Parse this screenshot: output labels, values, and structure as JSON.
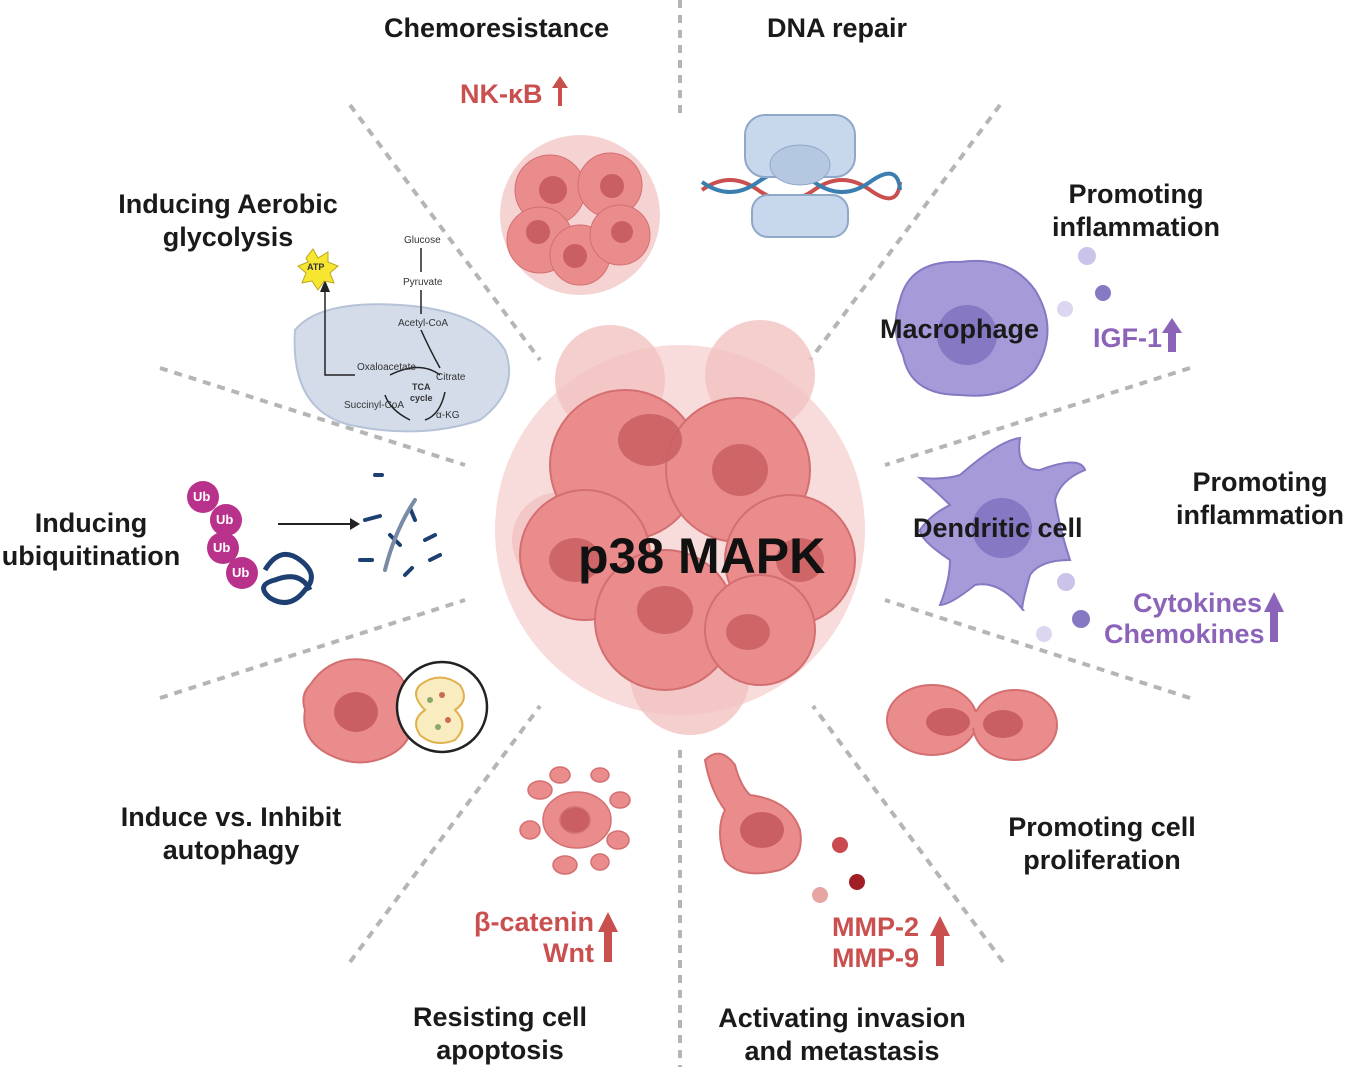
{
  "center": {
    "title": "p38 MAPK"
  },
  "sections": {
    "chemoresistance": {
      "title": "Chemoresistance",
      "marker": "NK-κB"
    },
    "dna_repair": {
      "title": "DNA repair"
    },
    "inflammation_macrophage": {
      "title_line1": "Promoting",
      "title_line2": "inflammation",
      "cell": "Macrophage",
      "marker": "IGF-1"
    },
    "inflammation_dendritic": {
      "title_line1": "Promoting",
      "title_line2": "inflammation",
      "cell": "Dendritic cell",
      "marker_line1": "Cytokines",
      "marker_line2": "Chemokines"
    },
    "proliferation": {
      "title_line1": "Promoting cell",
      "title_line2": "proliferation"
    },
    "invasion": {
      "title_line1": "Activating invasion",
      "title_line2": "and metastasis",
      "marker_line1": "MMP-2",
      "marker_line2": "MMP-9"
    },
    "apoptosis": {
      "title_line1": "Resisting cell",
      "title_line2": "apoptosis",
      "marker_line1": "β-catenin",
      "marker_line2": "Wnt"
    },
    "autophagy": {
      "title_line1": "Induce vs. Inhibit",
      "title_line2": "autophagy"
    },
    "ubiquitination": {
      "title_line1": "Inducing",
      "title_line2": "ubiquitination",
      "ub_label": "Ub"
    },
    "glycolysis": {
      "title_line1": "Inducing Aerobic",
      "title_line2": "glycolysis",
      "atp": "ATP",
      "glucose": "Glucose",
      "pyruvate": "Pyruvate",
      "acetyl_coa": "Acetyl-CoA",
      "citrate": "Citrate",
      "oxaloacetate": "Oxaloacetate",
      "tca_line1": "TCA",
      "tca_line2": "cycle",
      "succinyl_coa": "Succinyl-CoA",
      "akg": "α-KG"
    }
  },
  "colors": {
    "cell_fill": "#ea8c8c",
    "cell_dark": "#c95f62",
    "red_text": "#c9504f",
    "purple_text": "#8b63b8",
    "divider": "#b5b5b5",
    "immune_cell": "#a79ad8",
    "ub_color": "#b8328b",
    "mito": "#c9d4e6"
  }
}
